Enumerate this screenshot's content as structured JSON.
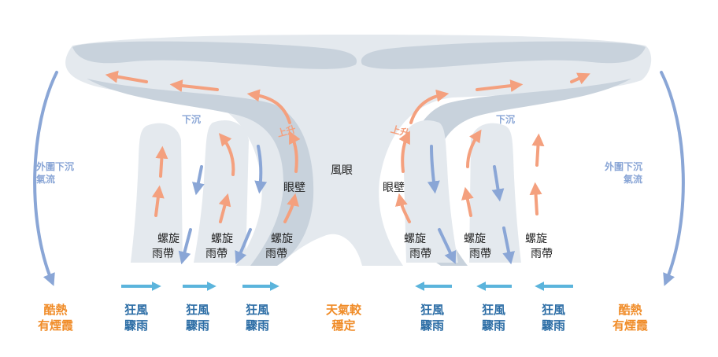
{
  "labels": {
    "eye": "風眼",
    "eyewall": "眼壁",
    "rise": "上升",
    "sink": "下沉",
    "outer_sink_line1": "外圍下沉",
    "outer_sink_line2": "氣流",
    "rainband_line1": "螺旋",
    "rainband_line2": "雨帶"
  },
  "bottom": {
    "edge_line1": "酷熱",
    "edge_line2": "有煙霞",
    "storm_line1": "狂風",
    "storm_line2": "驟雨",
    "center_line1": "天氣較",
    "center_line2": "穩定"
  },
  "colors": {
    "cloud": "#e4e9ee",
    "band": "#c8d2dc",
    "updraft_arrow": "#f4a07e",
    "downdraft_arrow": "#8aa6d6",
    "surface_arrow": "#5bb4dc",
    "edge_text": "#f08c28",
    "storm_text": "#2d6ea6"
  },
  "icons": [
    "updraft-arrow",
    "downdraft-arrow",
    "surface-wind-arrow"
  ]
}
